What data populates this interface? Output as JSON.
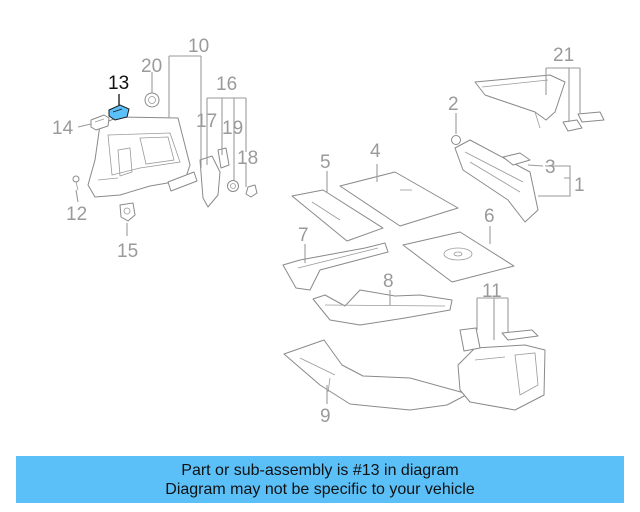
{
  "diagram": {
    "highlighted_callout": "13",
    "callouts": [
      "1",
      "2",
      "3",
      "4",
      "5",
      "6",
      "7",
      "8",
      "9",
      "10",
      "11",
      "12",
      "13",
      "14",
      "15",
      "16",
      "17",
      "18",
      "19",
      "20",
      "21"
    ],
    "highlight_color": "#5bc0f8"
  },
  "banner": {
    "line1": "Part or sub-assembly is #13 in diagram",
    "line2": "Diagram may not be specific to your vehicle",
    "background_color": "#5bc0f8"
  }
}
